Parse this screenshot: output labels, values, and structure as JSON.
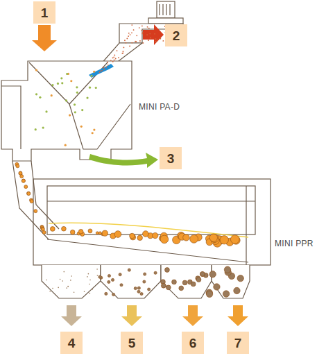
{
  "diagram": {
    "nodes": [
      {
        "text": [
          "1"
        ]
      },
      {
        "text": [
          "2"
        ]
      },
      {
        "text": [
          "3"
        ]
      },
      {
        "text": [
          "4"
        ]
      },
      {
        "text": [
          "5"
        ]
      },
      {
        "text": [
          "6"
        ]
      },
      {
        "text": [
          "7"
        ]
      }
    ],
    "labels": [
      "MINI PA-D",
      "MINI PPR"
    ]
  }
}
